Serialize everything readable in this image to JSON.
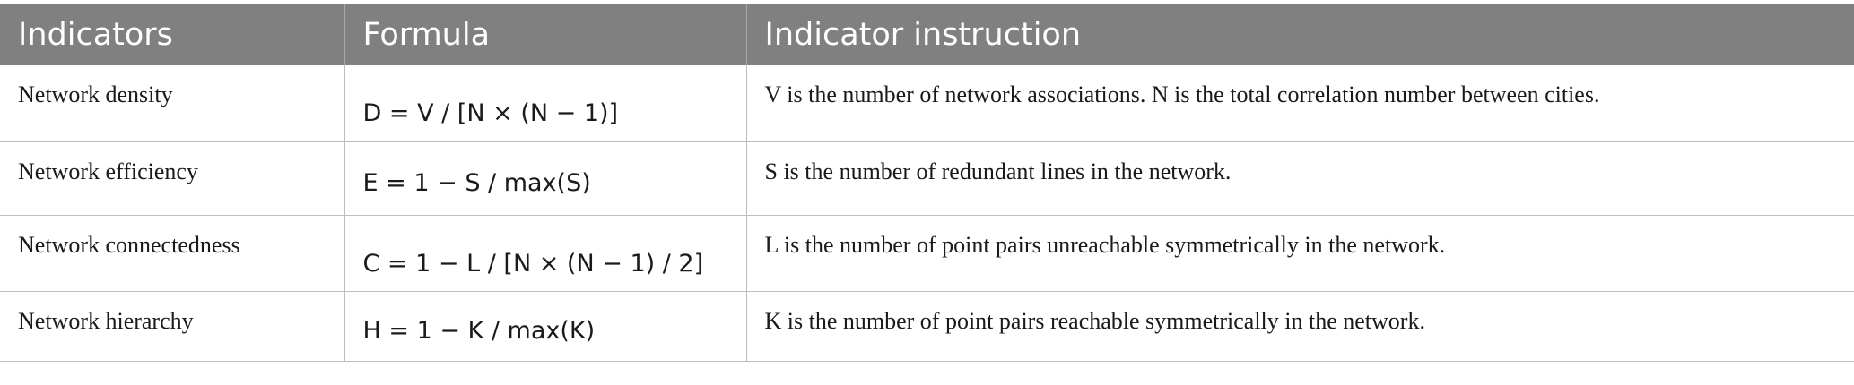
{
  "table": {
    "headers": [
      "Indicators",
      "Formula",
      "Indicator instruction"
    ],
    "rows": [
      {
        "indicator": "Network density",
        "formula": "D = V / [N × (N − 1)]",
        "instruction": "V is the number of network associations. N is the total correlation number between cities."
      },
      {
        "indicator": "Network efficiency",
        "formula": "E = 1 − S / max(S)",
        "instruction": "S is the number of redundant lines in the network."
      },
      {
        "indicator": "Network connectedness",
        "formula": "C = 1 − L / [N × (N − 1) / 2]",
        "instruction": "L is the number of point pairs unreachable symmetrically in the network."
      },
      {
        "indicator": "Network hierarchy",
        "formula": "H = 1 − K / max(K)",
        "instruction": "K is the number of point pairs reachable symmetrically in the network."
      }
    ]
  },
  "colors": {
    "header_background": "#808080",
    "header_text": "#ffffff",
    "border": "#bdbdbd"
  }
}
